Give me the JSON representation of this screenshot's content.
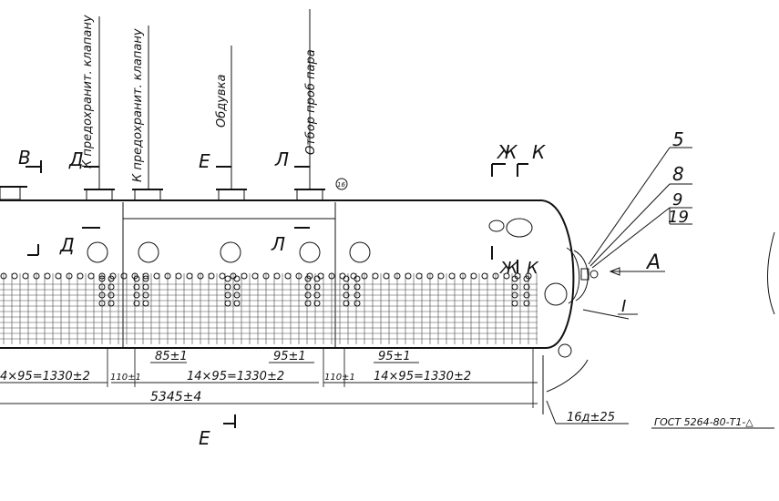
{
  "labels": {
    "v": "В",
    "d_top": "Д",
    "d_mid": "Д",
    "e_top": "Е",
    "e_bottom": "Е",
    "l_top": "Л",
    "l_mid": "Л",
    "zh_top": "Ж",
    "k_top": "К",
    "zh_mid": "Ж",
    "k_mid": "К",
    "a": "А",
    "i": "I",
    "b5": "5",
    "b8": "8",
    "b9": "9",
    "b19": "19",
    "b16": "16"
  },
  "vertical_notes": {
    "note1": "К предохранит. клапану",
    "note2": "К предохранит. клапану",
    "note3": "Обдувка",
    "note4": "Отбор проб пара"
  },
  "dimensions": {
    "left_pitch": "4×95=1330±2",
    "mid_pitch": "14×95=1330±2",
    "right_pitch": "14×95=1330±2",
    "gap1": "110±1",
    "gap2": "110±1",
    "total": "5345±4",
    "d85": "85±1",
    "d95a": "95±1",
    "d95b": "95±1",
    "weld": "16д±25",
    "gost": "ГОСТ 5264-80-Т1-△"
  }
}
